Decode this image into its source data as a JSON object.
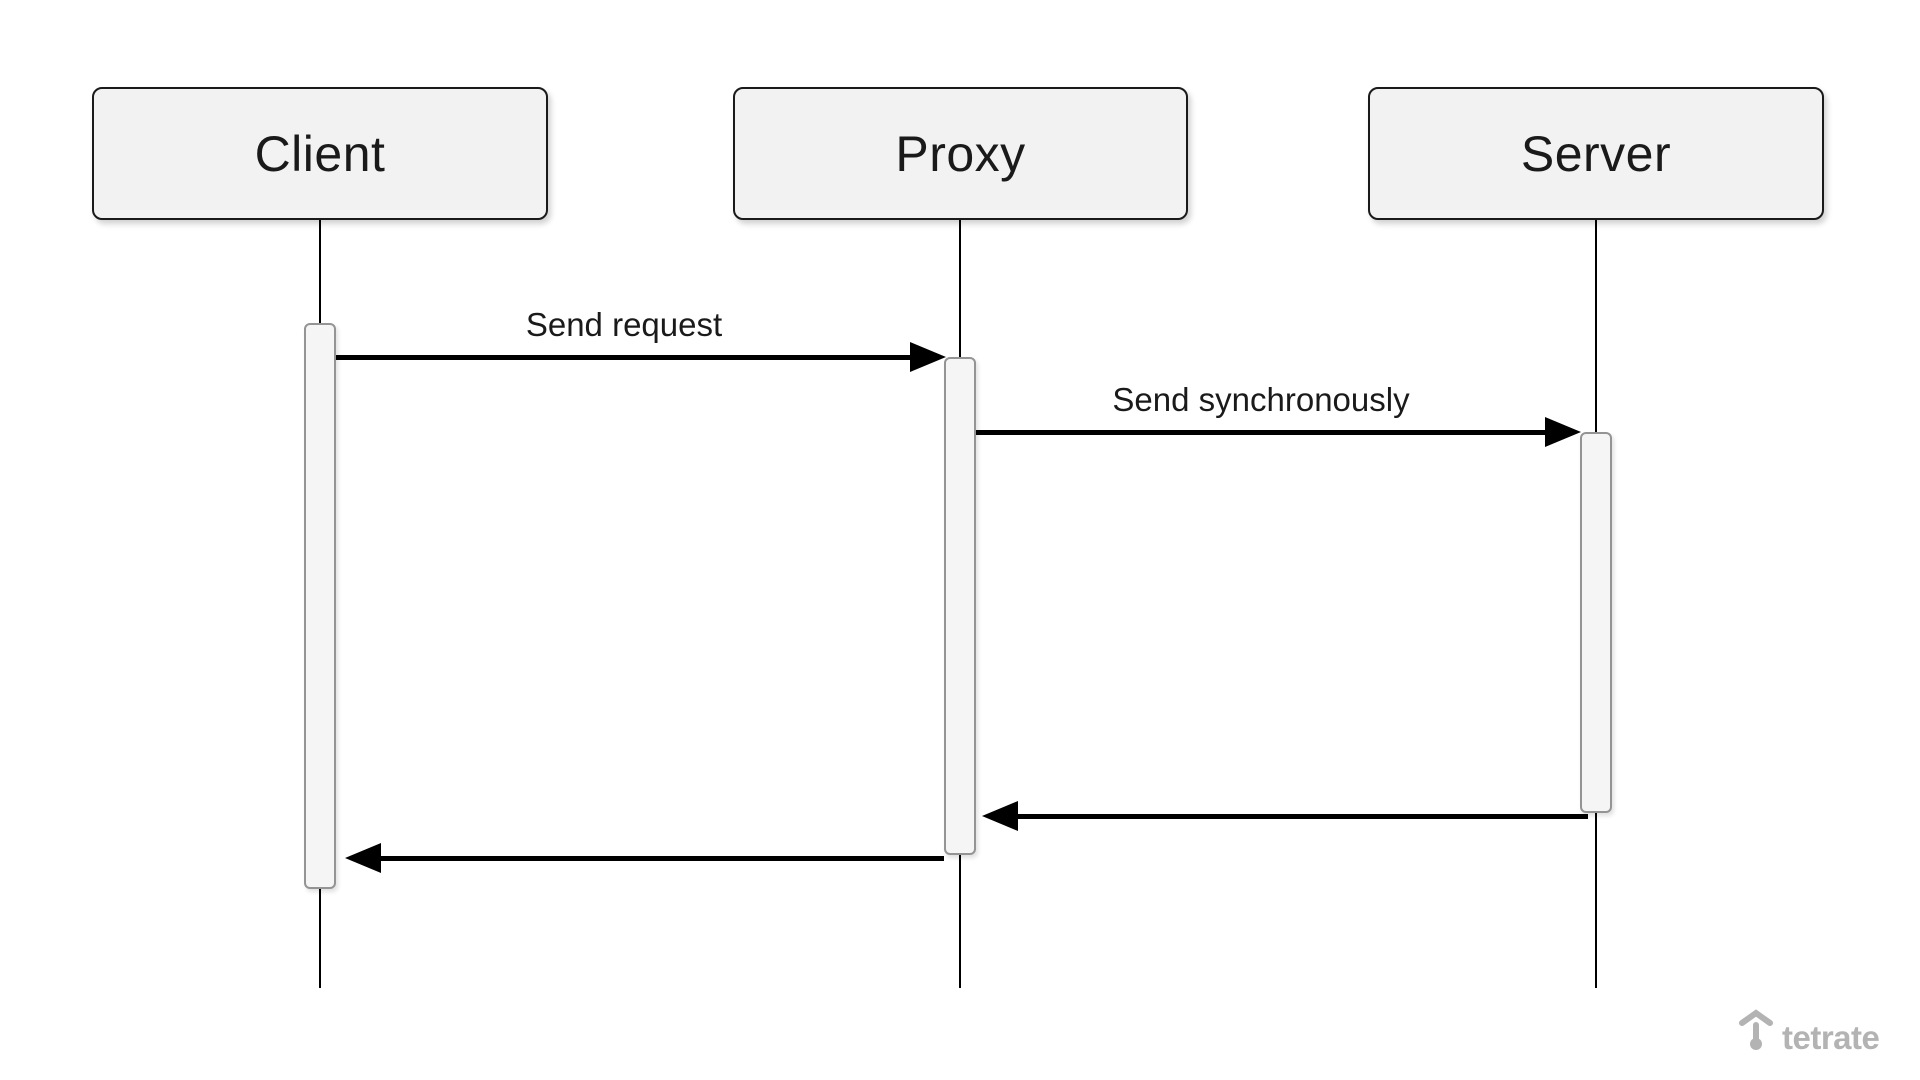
{
  "diagram": {
    "type": "sequence",
    "participants": [
      {
        "name": "Client"
      },
      {
        "name": "Proxy"
      },
      {
        "name": "Server"
      }
    ],
    "messages": [
      {
        "label": "Send request",
        "from": "Client",
        "to": "Proxy",
        "direction": "right"
      },
      {
        "label": "Send synchronously",
        "from": "Proxy",
        "to": "Server",
        "direction": "right"
      },
      {
        "label": "",
        "from": "Server",
        "to": "Proxy",
        "direction": "left"
      },
      {
        "label": "",
        "from": "Proxy",
        "to": "Client",
        "direction": "left"
      }
    ]
  },
  "branding": {
    "logo_text": "tetrate",
    "logo_color": "#b3b3b3"
  },
  "colors": {
    "background": "#ffffff",
    "participant_fill": "#f2f2f2",
    "participant_border": "#1a1a1a",
    "activation_fill": "#f5f5f5",
    "activation_border": "#949494",
    "arrow": "#000000",
    "text": "#1a1a1a"
  }
}
